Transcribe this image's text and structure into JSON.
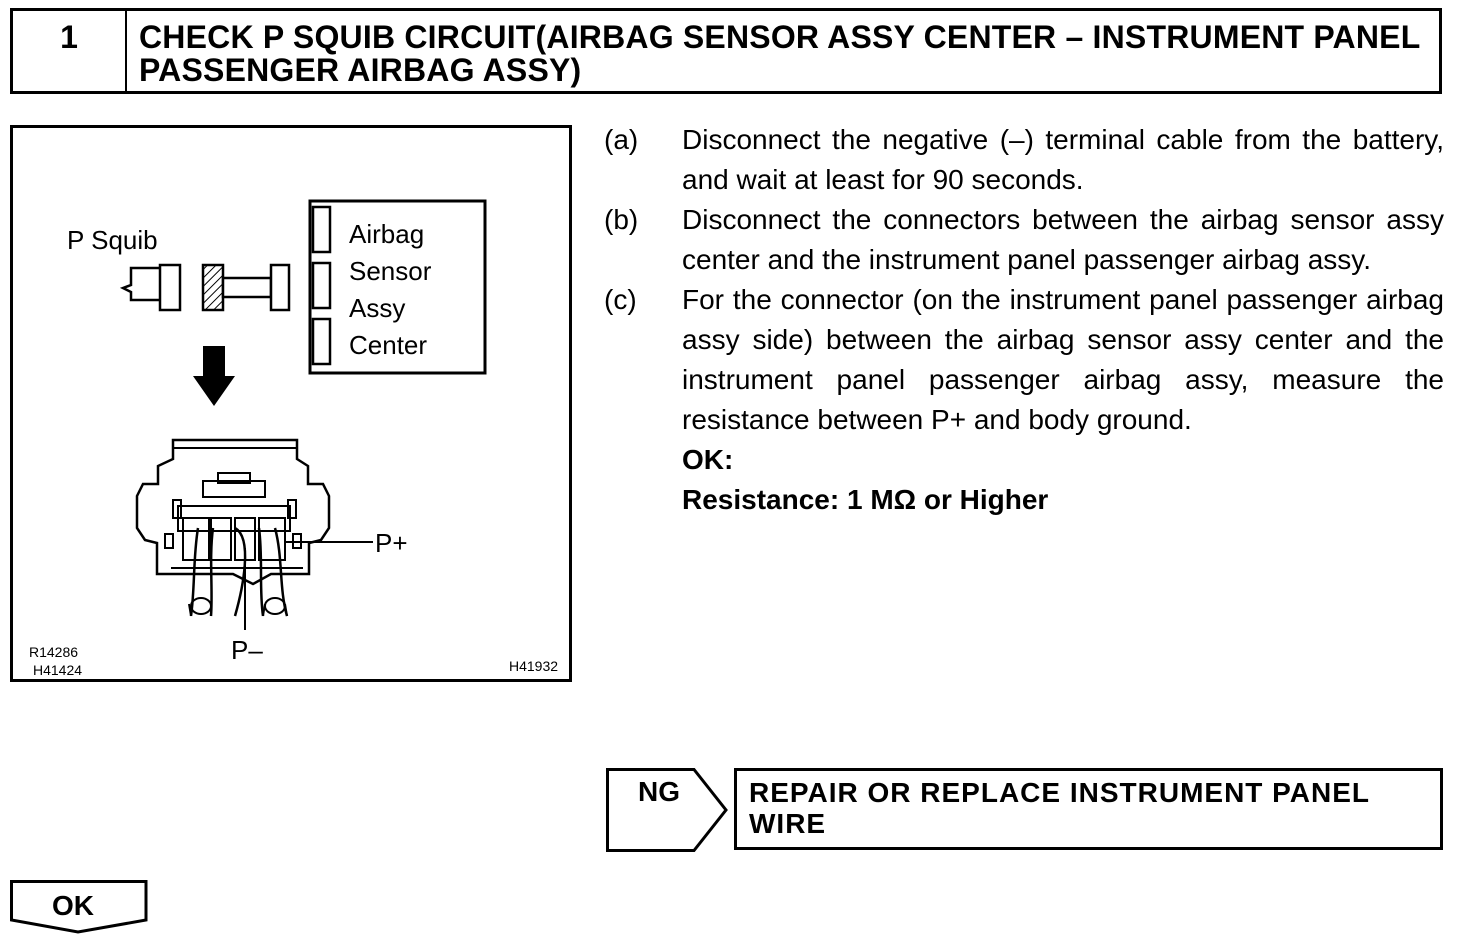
{
  "header": {
    "step_number": "1",
    "title": "CHECK P SQUIB CIRCUIT(AIRBAG SENSOR ASSY CENTER – INSTRUMENT PANEL PASSENGER AIRBAG ASSY)"
  },
  "figure": {
    "p_squib_label": "P Squib",
    "module_labels": [
      "Airbag",
      "Sensor",
      "Assy",
      "Center"
    ],
    "p_plus_label": "P+",
    "p_minus_label": "P–",
    "code_left_1": "R14286",
    "code_left_2": "H41424",
    "code_right": "H41932"
  },
  "steps": [
    {
      "letter": "(a)",
      "text": "Disconnect the negative (–) terminal cable from the battery, and wait at least for 90 seconds."
    },
    {
      "letter": "(b)",
      "text": "Disconnect the connectors between the airbag sensor assy center and the instrument panel passenger airbag assy."
    },
    {
      "letter": "(c)",
      "text": "For the connector (on the instrument panel passenger airbag assy side) between the airbag sensor assy center and the instrument panel passenger airbag assy, measure the resistance between P+ and body ground."
    }
  ],
  "spec": {
    "ok_label": "OK:",
    "resistance": "Resistance: 1 MΩ or Higher"
  },
  "ng": {
    "label": "NG",
    "action": "REPAIR OR REPLACE INSTRUMENT PANEL WIRE"
  },
  "ok_tab": {
    "label": "OK"
  }
}
